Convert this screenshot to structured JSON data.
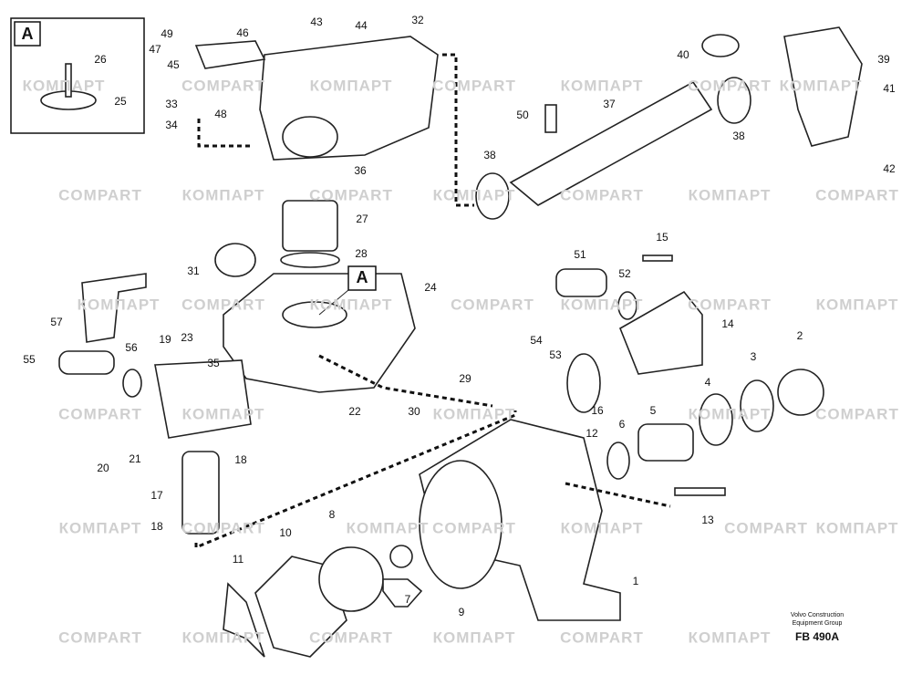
{
  "diagram": {
    "title_block": {
      "line1": "Volvo Construction",
      "line2": "Equipment Group",
      "ref": "FB 490A"
    },
    "detail_label": "A",
    "watermarks": [
      "КОМПАРТ",
      "COMPART"
    ],
    "callouts": [
      "26",
      "25",
      "49",
      "47",
      "45",
      "46",
      "43",
      "44",
      "32",
      "33",
      "48",
      "34",
      "36",
      "27",
      "28",
      "31",
      "24",
      "57",
      "56",
      "19",
      "23",
      "55",
      "35",
      "29",
      "22",
      "30",
      "18",
      "20",
      "21",
      "17",
      "18",
      "10",
      "8",
      "11",
      "7",
      "9",
      "1",
      "13",
      "16",
      "12",
      "6",
      "5",
      "4",
      "3",
      "2",
      "14",
      "15",
      "51",
      "52",
      "54",
      "53",
      "50",
      "37",
      "38",
      "38",
      "40",
      "39",
      "41",
      "42"
    ]
  }
}
